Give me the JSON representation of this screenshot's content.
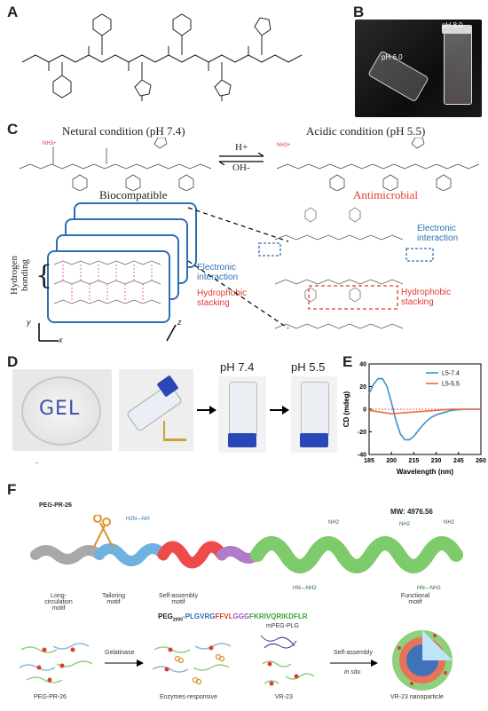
{
  "panels": {
    "a": {
      "letter": "A"
    },
    "b": {
      "letter": "B",
      "label_left": "pH 6.0",
      "label_right": "pH 8.0"
    },
    "c": {
      "letter": "C",
      "left_title": "Netural condition (pH 7.4)",
      "right_title": "Acidic condition (pH 5.5)",
      "arrow_top": "H+",
      "arrow_bottom": "OH-",
      "biocompatible": "Biocompatible",
      "antimicrobial": "Antimicrobial",
      "hydrogen_bonding": "Hydrogen bonding",
      "electronic_interaction_left": "Electronic interaction",
      "hydrophobic_stacking_left": "Hydrophobic stacking",
      "electronic_interaction_right": "Electronic interaction",
      "hydrophobic_stacking_right": "Hydrophobic stacking",
      "axis_y": "y",
      "axis_x": "x",
      "axis_z": "z"
    },
    "d": {
      "letter": "D",
      "gel_text": "GEL",
      "ph_left": "pH 7.4",
      "ph_right": "pH 5.5"
    },
    "e": {
      "letter": "E"
    },
    "f": {
      "letter": "F",
      "name": "PEG-PR-26",
      "mw": "MW: 4976.56",
      "motif_long": "Long-circulation motif",
      "motif_tailoring": "Tailoring motif",
      "motif_self": "Self-assembly motif",
      "motif_functional": "Functional motif",
      "seq_peg": "PEG",
      "seq_sub": "2000",
      "seq_blue": "-PLGVRG",
      "seq_red": "FFVL",
      "seq_purple": "GGG",
      "seq_green": "FKRIVQRIKDFLR",
      "flow_1": "PEG-PR-26",
      "flow_arrow1": "Gelatinase",
      "flow_2": "Enzymes-responsive",
      "flow_top": "mPEG-PLG",
      "flow_3": "VR-23",
      "flow_arrow2a": "Self-assembly",
      "flow_arrow2b": "in situ",
      "flow_4": "VR-23 nanoparticle"
    }
  },
  "chart_data": {
    "type": "line",
    "title": "",
    "xlabel": "Wavelength (nm)",
    "ylabel": "CD (mdeg)",
    "xlim": [
      185,
      260
    ],
    "ylim": [
      -40,
      40
    ],
    "xticks": [
      185,
      200,
      215,
      230,
      245,
      260
    ],
    "yticks": [
      -40,
      -20,
      0,
      20,
      40
    ],
    "legend": "top-right",
    "series": [
      {
        "name": "L5-7.4",
        "color": "#3a8fd0",
        "x": [
          185,
          188,
          191,
          194,
          197,
          200,
          203,
          206,
          209,
          212,
          215,
          218,
          221,
          224,
          227,
          230,
          235,
          240,
          245,
          250,
          255,
          260
        ],
        "y": [
          14,
          22,
          27,
          27,
          20,
          6,
          -10,
          -22,
          -27,
          -27,
          -24,
          -19,
          -14,
          -10,
          -7,
          -5,
          -3,
          -1,
          -0.5,
          0,
          0,
          0
        ]
      },
      {
        "name": "L5-5.5",
        "color": "#f06a3b",
        "x": [
          185,
          190,
          195,
          200,
          205,
          210,
          215,
          220,
          225,
          230,
          235,
          240,
          245,
          250,
          255,
          260
        ],
        "y": [
          -1,
          -2,
          -3,
          -4,
          -3.5,
          -3,
          -2.5,
          -2,
          -1.5,
          -1,
          -0.5,
          0,
          0,
          0,
          0,
          0
        ]
      }
    ]
  }
}
